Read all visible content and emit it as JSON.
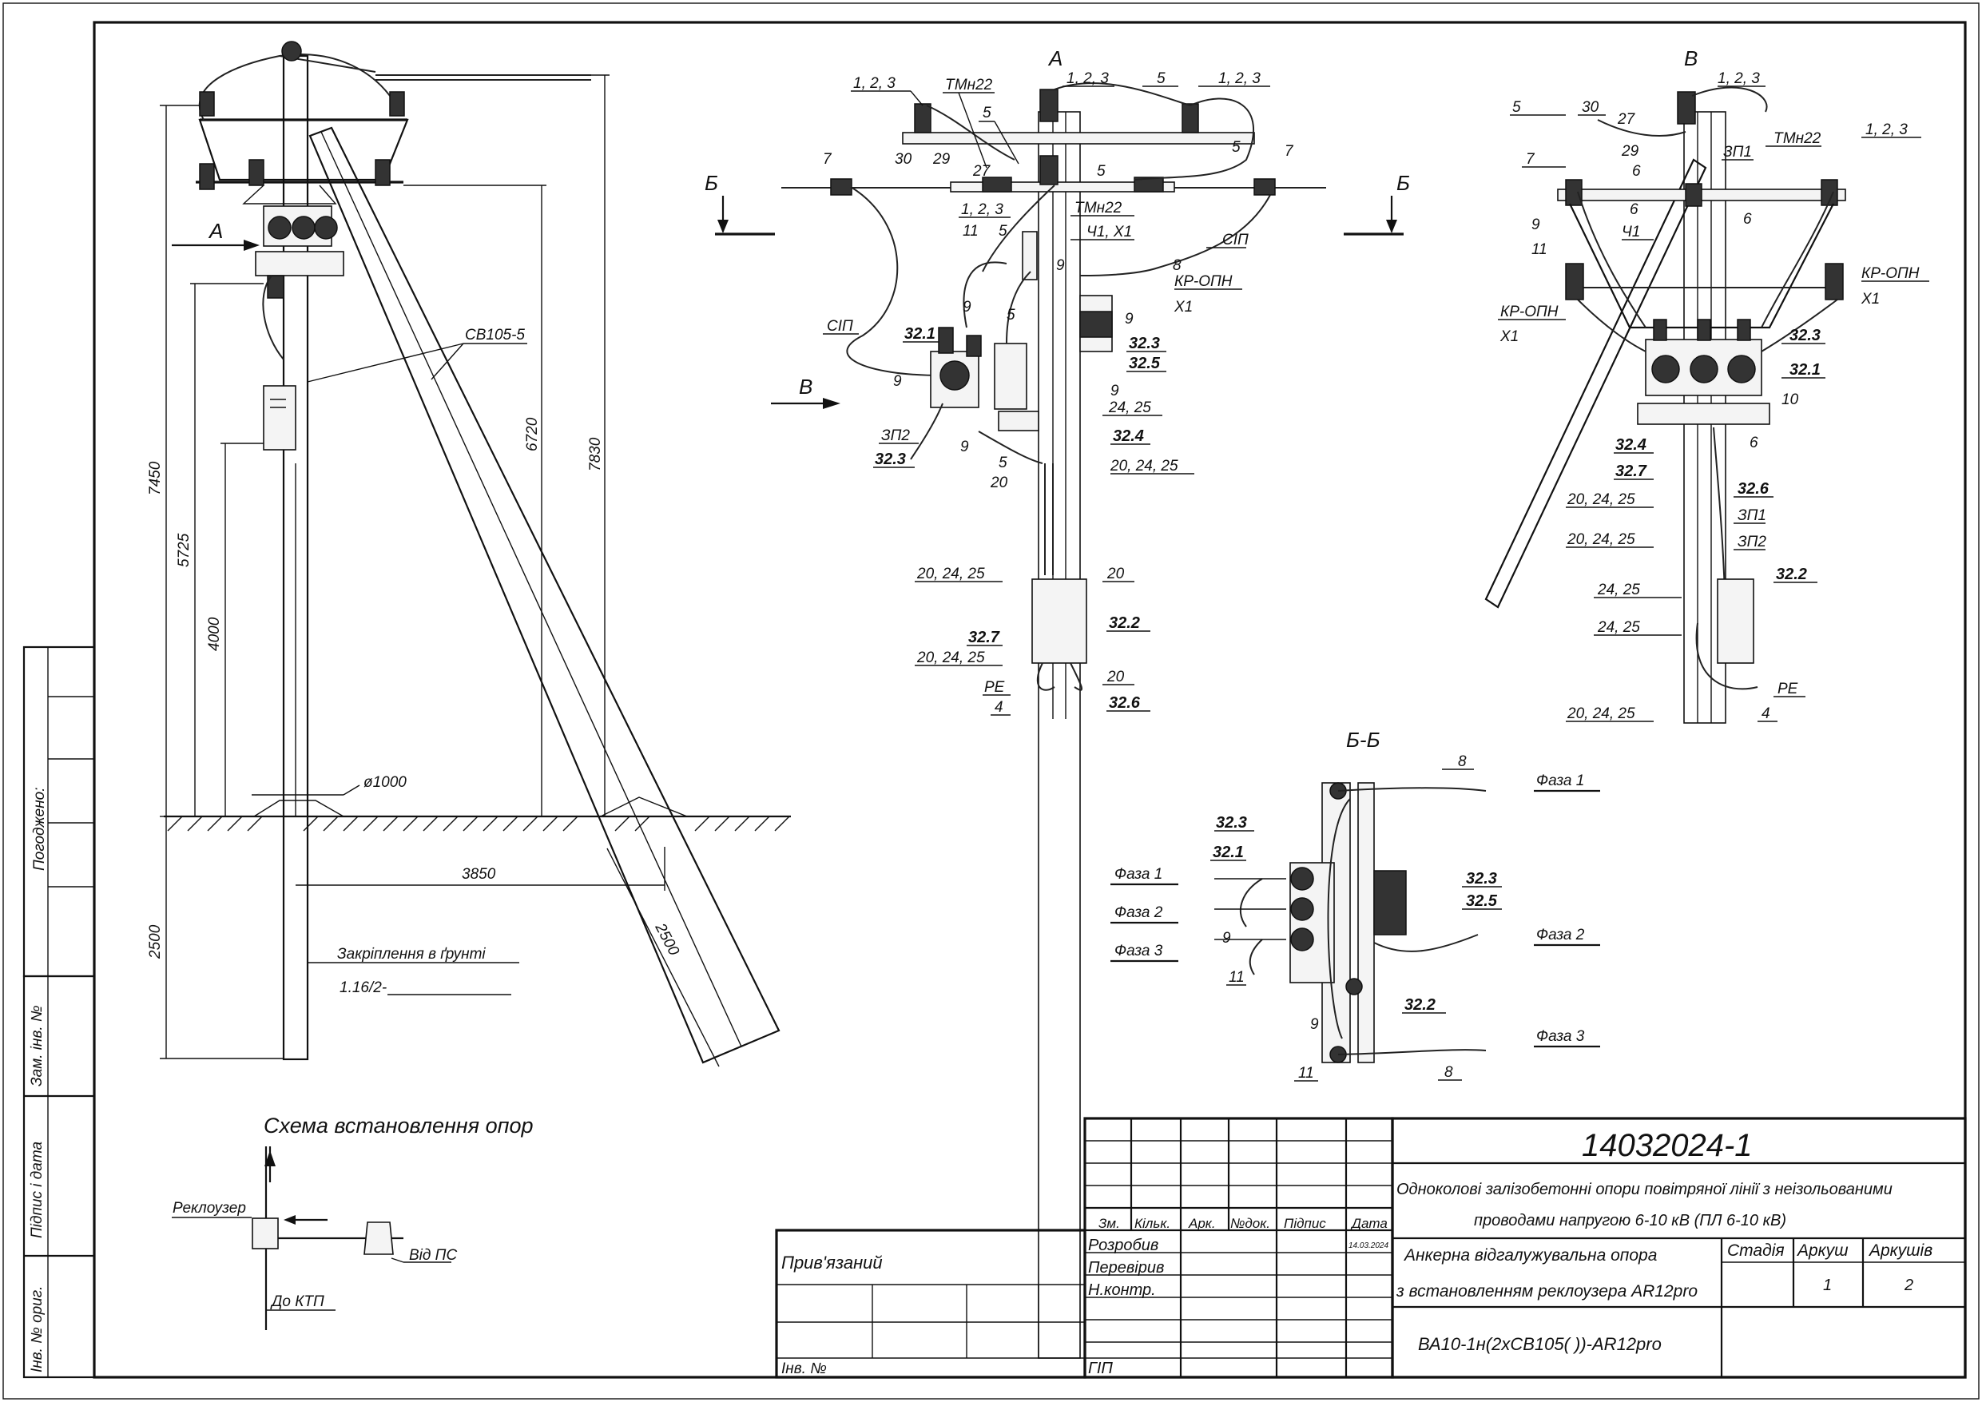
{
  "side_sagged_label": "Погоджено:",
  "left_stamp": {
    "rows": [
      "Зам. інв. №",
      "Підпис і дата",
      "Інв. № ориг."
    ]
  },
  "elevation": {
    "dims": {
      "h1": "7450",
      "h2": "5725",
      "h3": "4000",
      "h4": "6720",
      "h5": "7830",
      "base_width": "3850",
      "depth": "2500",
      "strut_depth": "2500",
      "diameter": "ø1000"
    },
    "post_type": "СВ105-5",
    "fixing_title": "Закріплення в ґрунті",
    "fixing_ref": "1.16/2-",
    "arrow_label": "А"
  },
  "scheme": {
    "title": "Схема встановлення опор",
    "recloser": "Реклоузер",
    "from_ps": "Від ПС",
    "to_ktp": "До КТП"
  },
  "view_a": {
    "title": "А",
    "section_mark": "Б",
    "labels": [
      "1, 2, 3",
      "ТМн22",
      "5",
      "1, 2, 3",
      "5",
      "1, 2, 3",
      "7",
      "30",
      "29",
      "27",
      "5",
      "5",
      "7",
      "1, 2, 3",
      "ТМн22",
      "11",
      "5",
      "Ч1, Х1",
      "СІП",
      "8",
      "9",
      "КР-ОПН",
      "Х1",
      "9",
      "5",
      "9",
      "СІП",
      "32.1",
      "32.3",
      "32.5",
      "9",
      "9",
      "24, 25",
      "ЗП2",
      "32.4",
      "32.3",
      "9",
      "5",
      "20",
      "20, 24, 25",
      "20, 24, 25",
      "20",
      "32.2",
      "32.7",
      "20, 24, 25",
      "РЕ",
      "20",
      "4",
      "32.6"
    ]
  },
  "view_b": {
    "title": "В",
    "arrow_label": "В",
    "labels": [
      "1, 2, 3",
      "5",
      "30",
      "27",
      "29",
      "ТМн22",
      "1, 2, 3",
      "7",
      "6",
      "ЗП1",
      "6",
      "Ч1",
      "6",
      "9",
      "11",
      "КР-ОПН",
      "Х1",
      "КР-ОПН",
      "Х1",
      "32.3",
      "32.1",
      "10",
      "32.4",
      "6",
      "32.7",
      "32.6",
      "20, 24, 25",
      "ЗП1",
      "20, 24, 25",
      "ЗП2",
      "32.2",
      "24, 25",
      "24, 25",
      "РЕ",
      "20, 24, 25",
      "4"
    ]
  },
  "section_bb": {
    "title": "Б-Б",
    "phases_left": [
      "Фаза 1",
      "Фаза 2",
      "Фаза 3"
    ],
    "phases_right": [
      "Фаза 1",
      "Фаза 2",
      "Фаза 3"
    ],
    "labels": [
      "8",
      "32.3",
      "32.1",
      "9",
      "11",
      "32.3",
      "32.5",
      "32.2",
      "9",
      "11",
      "8"
    ]
  },
  "title_block": {
    "doc_number": "14032024-1",
    "title_line1": "Одноколові залізобетонні опори повітряної лінії з неізольованими",
    "title_line2": "проводами напругою 6-10 кВ (ПЛ 6-10 кВ)",
    "sheet_title_line1": "Анкерна відгалужувальна опора",
    "sheet_title_line2": "з встановленням реклоузера AR12pro",
    "code": "ВА10-1н(2хСВ105( ))-AR12pro",
    "cols": {
      "zm": "Зм.",
      "kilk": "Кільк.",
      "ark": "Арк.",
      "ndok": "№док.",
      "pidpys": "Підпис",
      "data": "Дата"
    },
    "date_value": "14.03.2024",
    "roles": [
      "Розробив",
      "Перевірив",
      "Н.контр.",
      "ГІП"
    ],
    "stage_h": {
      "stage": "Стадія",
      "sheet": "Аркуш",
      "sheets": "Аркушів"
    },
    "stage_v": {
      "stage": "",
      "sheet": "1",
      "sheets": "2"
    },
    "privyaz": "Прив'язаний",
    "inv": "Інв. №"
  }
}
